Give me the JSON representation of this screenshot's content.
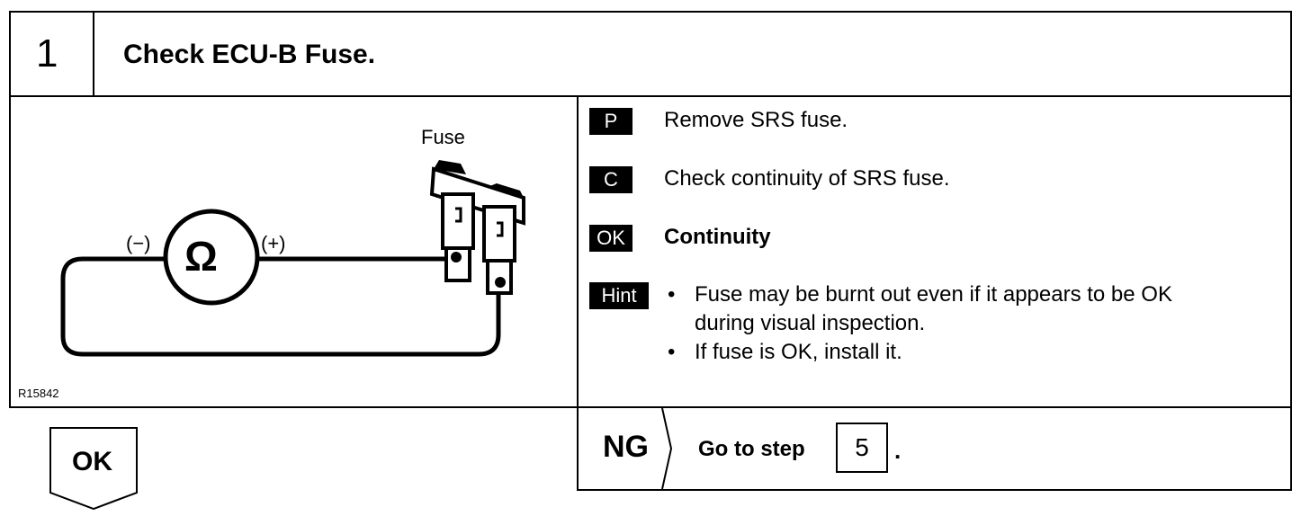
{
  "step": {
    "number": "1",
    "title": "Check ECU-B Fuse."
  },
  "figure": {
    "fuse_label": "Fuse",
    "minus_label": "(−)",
    "plus_label": "(+)",
    "ohm_symbol": "Ω",
    "ref_code": "R15842"
  },
  "instructions": {
    "procedure": {
      "tag": "P",
      "text": "Remove SRS fuse."
    },
    "check": {
      "tag": "C",
      "text": "Check continuity of SRS fuse."
    },
    "ok": {
      "tag": "OK",
      "text": "Continuity"
    },
    "hint": {
      "tag": "Hint",
      "bullet1_line1": "Fuse may be burnt out even if it appears to be OK",
      "bullet1_line2": "during visual inspection.",
      "bullet2": "If fuse is OK, install it."
    }
  },
  "ng_branch": {
    "label": "NG",
    "text": "Go to step",
    "target_step": "5",
    "suffix": "."
  },
  "ok_branch": {
    "label": "OK"
  }
}
